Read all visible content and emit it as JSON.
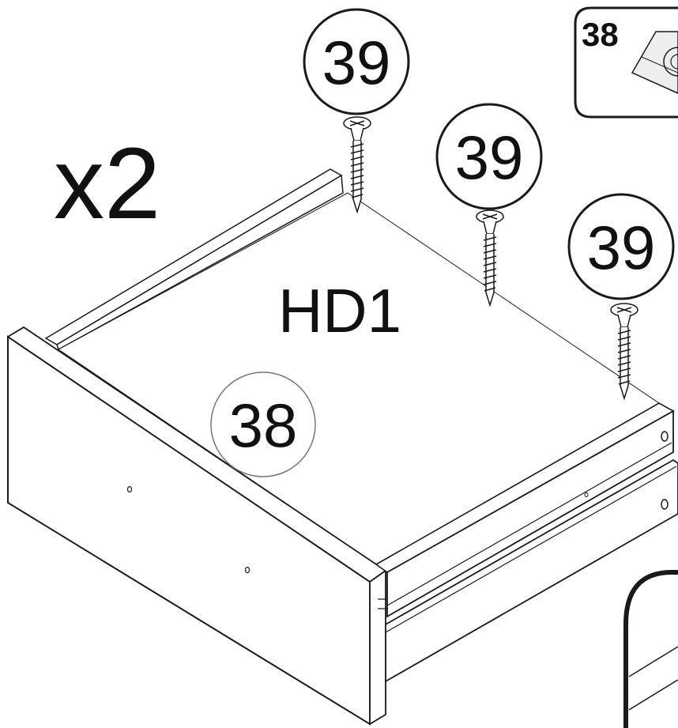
{
  "multiplier": "x2",
  "panel_label": "HD1",
  "part_callouts": [
    {
      "id": "callout-screw-1",
      "number": "39"
    },
    {
      "id": "callout-screw-2",
      "number": "39"
    },
    {
      "id": "callout-screw-3",
      "number": "39"
    },
    {
      "id": "callout-panel",
      "number": "38"
    }
  ],
  "detail_box": {
    "number": "38"
  },
  "colors": {
    "ink": "#1a1a1a",
    "paper": "#ffffff",
    "callout_light": "#777777"
  }
}
